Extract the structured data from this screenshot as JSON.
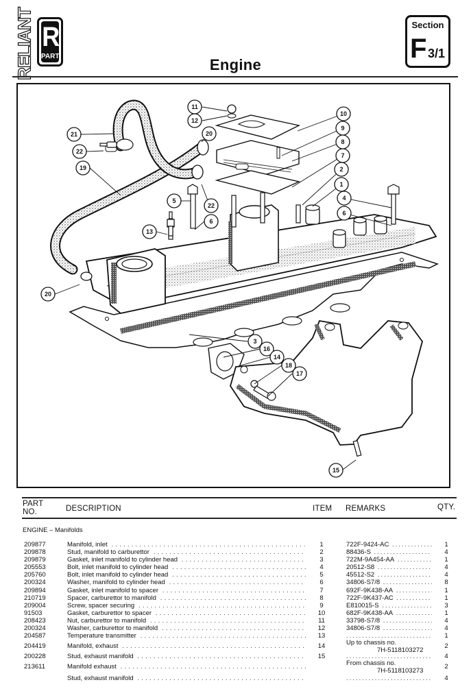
{
  "header": {
    "brand_vertical": "RELIANT",
    "brand_letter": "R",
    "brand_sub": "PART",
    "title": "Engine",
    "section_label": "Section",
    "section_code": "F",
    "section_sub": "3/1"
  },
  "diagram": {
    "description": "Exploded view of inlet and exhaust manifolds",
    "callouts": [
      "1",
      "2",
      "3",
      "4",
      "5",
      "6",
      "6",
      "7",
      "8",
      "9",
      "10",
      "11",
      "12",
      "13",
      "14",
      "15",
      "16",
      "17",
      "18",
      "19",
      "20",
      "20",
      "21",
      "22",
      "22"
    ]
  },
  "table": {
    "headers": {
      "part_no_line1": "PART",
      "part_no_line2": "NO.",
      "description": "DESCRIPTION",
      "item": "ITEM",
      "remarks": "REMARKS",
      "qty": "QTY."
    },
    "group_title": "ENGINE – Manifolds",
    "rows": [
      {
        "part": "209877",
        "desc": "Manifold, inlet",
        "item": "1",
        "remarks": "722F-9424-AC",
        "qty": "1"
      },
      {
        "part": "209878",
        "desc": "Stud, manifold to carburettor",
        "item": "2",
        "remarks": "88436-S",
        "qty": "4"
      },
      {
        "part": "209879",
        "desc": "Gasket, inlet manifold to cylinder head",
        "item": "3",
        "remarks": "722M-9A454-AA",
        "qty": "1"
      },
      {
        "part": "205553",
        "desc": "Bolt, inlet manifold to cylinder head",
        "item": "4",
        "remarks": "20512-S8",
        "qty": "4"
      },
      {
        "part": "205760",
        "desc": "Bolt, inlet manifold to cylinder head",
        "item": "5",
        "remarks": "45512-S2",
        "qty": "4"
      },
      {
        "part": "200324",
        "desc": "Washer, manifold to cylinder head",
        "item": "6",
        "remarks": "34806-S7/8",
        "qty": "8"
      },
      {
        "part": "209894",
        "desc": "Gasket, inlet manifold to spacer",
        "item": "7",
        "remarks": "692F-9K438-AA",
        "qty": "1"
      },
      {
        "part": "210719",
        "desc": "Spacer, carburettor to manifold",
        "item": "8",
        "remarks": "722F-9K437-AC",
        "qty": "1"
      },
      {
        "part": "209004",
        "desc": "Screw, spacer securing",
        "item": "9",
        "remarks": "E810015-S",
        "qty": "3"
      },
      {
        "part": "91503",
        "desc": "Gasket, carburettor to spacer",
        "item": "10",
        "remarks": "682F-9K438-AA",
        "qty": "1"
      },
      {
        "part": "208423",
        "desc": "Nut, carburettor to manifold",
        "item": "11",
        "remarks": "33798-S7/8",
        "qty": "4"
      },
      {
        "part": "200324",
        "desc": "Washer, carburettor to manifold",
        "item": "12",
        "remarks": "34806-S7/8",
        "qty": "4"
      },
      {
        "part": "204587",
        "desc": "Temperature transmitter",
        "item": "13",
        "remarks": "",
        "qty": "1"
      },
      {
        "part": "204419",
        "desc": "Manifold, exhaust",
        "item": "14",
        "remarks_line1": "Up to chassis no.",
        "remarks_line2": "7H-5118103272",
        "qty": "2"
      },
      {
        "part": "200228",
        "desc": "Stud, exhaust manifold",
        "item": "15",
        "remarks": "",
        "qty": "4"
      },
      {
        "part": "213611",
        "desc": "Manifold exhaust",
        "item": "",
        "remarks_line1": "From chassis no.",
        "remarks_line2": "7H-5118103273",
        "qty": "2"
      },
      {
        "part": "",
        "desc": "Stud, exhaust manifold",
        "item": "",
        "remarks": "",
        "qty": "4"
      }
    ]
  }
}
